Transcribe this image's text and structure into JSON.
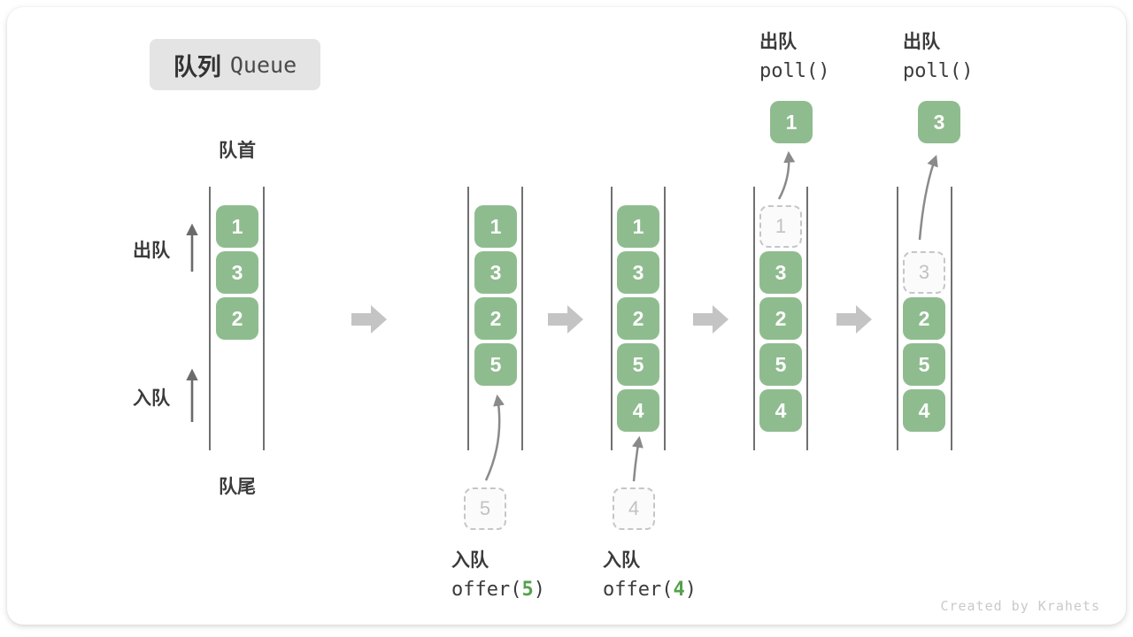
{
  "title": {
    "zh": "队列",
    "en": "Queue"
  },
  "labels": {
    "front": "队首",
    "rear": "队尾",
    "dequeue_side": "出队",
    "enqueue_side": "入队"
  },
  "queue_states": [
    {
      "cells": [
        {
          "value": "1",
          "row": 0,
          "style": "solid"
        },
        {
          "value": "3",
          "row": 1,
          "style": "solid"
        },
        {
          "value": "2",
          "row": 2,
          "style": "solid"
        }
      ]
    },
    {
      "cells": [
        {
          "value": "1",
          "row": 0,
          "style": "solid"
        },
        {
          "value": "3",
          "row": 1,
          "style": "solid"
        },
        {
          "value": "2",
          "row": 2,
          "style": "solid"
        },
        {
          "value": "5",
          "row": 3,
          "style": "solid"
        }
      ]
    },
    {
      "cells": [
        {
          "value": "1",
          "row": 0,
          "style": "solid"
        },
        {
          "value": "3",
          "row": 1,
          "style": "solid"
        },
        {
          "value": "2",
          "row": 2,
          "style": "solid"
        },
        {
          "value": "5",
          "row": 3,
          "style": "solid"
        },
        {
          "value": "4",
          "row": 4,
          "style": "solid"
        }
      ]
    },
    {
      "cells": [
        {
          "value": "1",
          "row": 0,
          "style": "dashed"
        },
        {
          "value": "3",
          "row": 1,
          "style": "solid"
        },
        {
          "value": "2",
          "row": 2,
          "style": "solid"
        },
        {
          "value": "5",
          "row": 3,
          "style": "solid"
        },
        {
          "value": "4",
          "row": 4,
          "style": "solid"
        }
      ]
    },
    {
      "cells": [
        {
          "value": "3",
          "row": 1,
          "style": "dashed"
        },
        {
          "value": "2",
          "row": 2,
          "style": "solid"
        },
        {
          "value": "5",
          "row": 3,
          "style": "solid"
        },
        {
          "value": "4",
          "row": 4,
          "style": "solid"
        }
      ]
    }
  ],
  "floating_cells": [
    {
      "value": "5",
      "style": "dashed"
    },
    {
      "value": "4",
      "style": "dashed"
    },
    {
      "value": "1",
      "style": "solid"
    },
    {
      "value": "3",
      "style": "solid"
    }
  ],
  "poll_annotations": [
    {
      "label": "出队",
      "code": "poll()"
    },
    {
      "label": "出队",
      "code": "poll()"
    }
  ],
  "offer_annotations": [
    {
      "label": "入队",
      "code_pre": "offer(",
      "code_arg": "5",
      "code_post": ")"
    },
    {
      "label": "入队",
      "code_pre": "offer(",
      "code_arg": "4",
      "code_post": ")"
    }
  ],
  "watermark": "Created by Krahets",
  "colors": {
    "cell_green": "#8FBC8F",
    "code_arg_green": "#55A04E",
    "block_arrow_gray": "#C4C4C4",
    "flow_arrow_gray": "#8A8A8A",
    "side_arrow_gray": "#6B6B6B",
    "dashed_border": "#C6C6C6",
    "channel_line": "#4D4D4D",
    "text_dark": "#3B3B3B",
    "dashed_text": "#C2C2C2",
    "watermark_gray": "#C9C9C9",
    "title_bg": "#E4E4E4"
  }
}
